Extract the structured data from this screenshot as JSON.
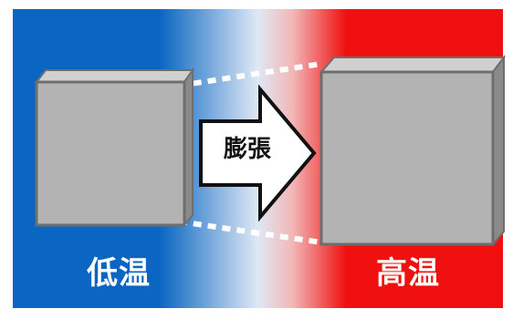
{
  "colors": {
    "cold": "#0a66c2",
    "hot": "#f01010",
    "mid": "#dfe8f5",
    "cube_face": "#b3b3b3",
    "cube_top": "#cfcfcf",
    "cube_side": "#8a8a8a",
    "cube_edge": "#6e6e6e"
  },
  "labels": {
    "low_temp": "低温",
    "high_temp": "高温",
    "expansion": "膨張"
  }
}
